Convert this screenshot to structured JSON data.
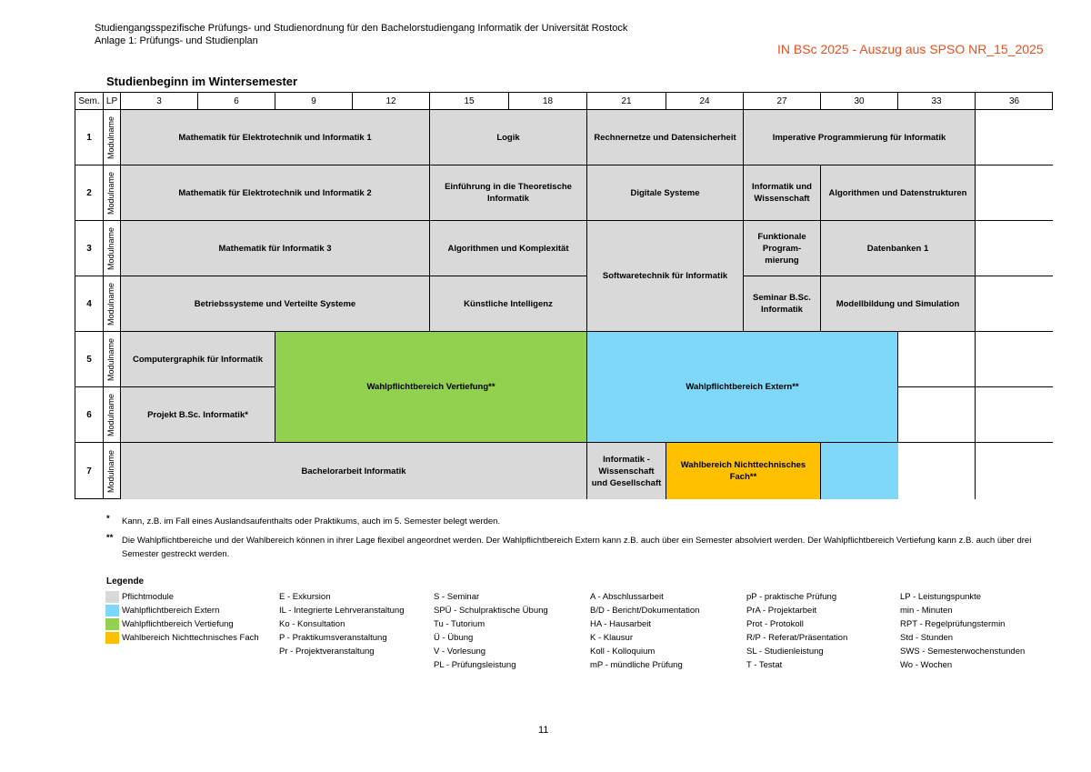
{
  "header": {
    "line1": "Studiengangsspezifische Prüfungs- und Studienordnung für den Bachelorstudiengang Informatik der Universität Rostock",
    "line2": "Anlage 1: Prüfungs- und Studienplan",
    "reference": "IN BSc 2025 - Auszug aus SPSO NR_15_2025",
    "reference_color": "#e8501f"
  },
  "title": "Studienbeginn im Wintersemester",
  "table": {
    "col_sem": "Sem.",
    "col_lp": "LP",
    "lp_columns": [
      "3",
      "6",
      "9",
      "12",
      "15",
      "18",
      "21",
      "24",
      "27",
      "30",
      "33",
      "36"
    ],
    "modulname_label": "Modulname",
    "semesters": [
      "1",
      "2",
      "3",
      "4",
      "5",
      "6",
      "7"
    ],
    "modules": {
      "mathe1": "Mathematik für Elektrotechnik und Informatik 1",
      "logik": "Logik",
      "rechnernetze": "Rechnernetze und Datensicherheit",
      "imperative": "Imperative Programmierung für Informatik",
      "mathe2": "Mathematik für Elektrotechnik und Informatik 2",
      "theoretische": "Einführung in die Theoretische Informatik",
      "digitale": "Digitale Systeme",
      "inf_wiss": "Informatik und Wissenschaft",
      "algo_daten": "Algorithmen und Datenstrukturen",
      "mathe3": "Mathematik für Informatik 3",
      "algo_komplex": "Algorithmen und Komplexität",
      "softwaretechnik": "Softwaretechnik für Informatik",
      "funktionale": "Funktionale Program-mierung",
      "datenbanken": "Datenbanken 1",
      "betriebssysteme": "Betriebssysteme und Verteilte Systeme",
      "ki": "Künstliche Intelligenz",
      "seminar": "Seminar B.Sc. Informatik",
      "modellbildung": "Modellbildung und Simulation",
      "computergraphik": "Computergraphik für Informatik",
      "vertiefung": "Wahlpflichtbereich Vertiefung**",
      "extern": "Wahlpflichtbereich Extern**",
      "projekt": "Projekt B.Sc. Informatik*",
      "bachelorarbeit": "Bachelorarbeit Informatik",
      "inf_wiss_ges": "Informatik - Wissenschaft und Gesellschaft",
      "nichttechnisch": "Wahlbereich Nichttechnisches Fach**"
    }
  },
  "colors": {
    "pflicht": "#d9d9d9",
    "extern": "#7fd8f8",
    "vertiefung": "#92d050",
    "nichttechnisch": "#ffc000"
  },
  "notes": {
    "n1_mark": "*",
    "n1": "Kann, z.B. im Fall eines Auslandsaufenthalts oder Praktikums, auch im 5. Semester belegt werden.",
    "n2_mark": "**",
    "n2_line1": "Die Wahlpflichtbereiche und der Wahlbereich können in ihrer Lage flexibel angeordnet werden. Der Wahlpflichtbereich Extern kann z.B. auch über ein Semester absolviert werden. Der Wahlpflichtbereich Vertiefung kann z.B. auch über drei",
    "n2_line2": "Semester gestreckt werden."
  },
  "legend": {
    "title": "Legende",
    "colors": [
      "Pflichtmodule",
      "Wahlpflichtbereich Extern",
      "Wahlpflichtbereich Vertiefung",
      "Wahlbereich Nichttechnisches Fach"
    ],
    "col1": [
      "E - Exkursion",
      "IL - Integrierte Lehrveranstaltung",
      "Ko - Konsultation",
      "P - Praktikumsveranstaltung",
      "Pr - Projektveranstaltung"
    ],
    "col2": [
      "S - Seminar",
      "SPÜ - Schulpraktische Übung",
      "Tu - Tutorium",
      "Ü - Übung",
      "V - Vorlesung",
      "PL - Prüfungsleistung"
    ],
    "col3": [
      "A - Abschlussarbeit",
      "B/D - Bericht/Dokumentation",
      "HA - Hausarbeit",
      "K - Klausur",
      "Koll - Kolloquium",
      "mP - mündliche Prüfung"
    ],
    "col4": [
      "pP - praktische Prüfung",
      "PrA - Projektarbeit",
      "Prot - Protokoll",
      "R/P - Referat/Präsentation",
      "SL - Studienleistung",
      "T - Testat"
    ],
    "col5": [
      "LP - Leistungspunkte",
      "min - Minuten",
      "RPT - Regelprüfungstermin",
      "Std - Stunden",
      "SWS - Semesterwochenstunden",
      "Wo - Wochen"
    ]
  },
  "page_number": "11"
}
